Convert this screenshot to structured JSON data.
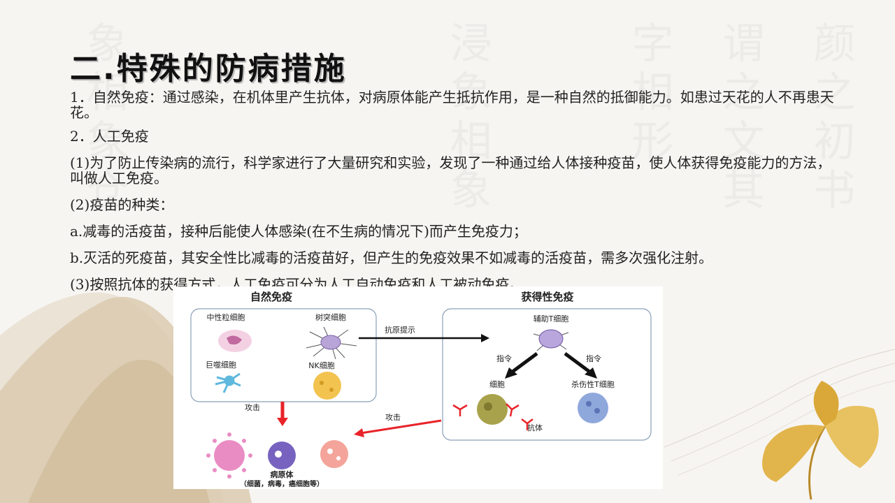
{
  "slide": {
    "title": "二.特殊的防病措施",
    "paragraphs": [
      "1．自然免疫：通过感染，在机体里产生抗体，对病原体能产生抵抗作用，是一种自然的抵御能力。如患过天花的人不再患天花。",
      "2．人工免疫",
      "(1)为了防止传染病的流行，科学家进行了大量研究和实验，发现了一种通过给人体接种疫苗，使人体获得免疫能力的方法，叫做人工免疫。",
      "(2)疫苗的种类：",
      "a.减毒的活疫苗，接种后能使人体感染(在不生病的情况下)而产生免疫力；",
      "b.灭活的死疫苗，其安全性比减毒的活疫苗好，但产生的免疫效果不如减毒的活疫苗，需多次强化注射。",
      "(3)按照抗体的获得方式，人工免疫可分为人工自动免疫和人工被动免疫。"
    ]
  },
  "figure": {
    "innate_title": "自然免疫",
    "acquired_title": "获得性免疫",
    "neutrophil": "中性粒细胞",
    "dendritic": "树突细胞",
    "macrophage": "巨噬细胞",
    "nk": "NK细胞",
    "antigen_present": "抗原提示",
    "helper_t": "辅助T细胞",
    "command_left": "指令",
    "command_right": "指令",
    "cell": "细胞",
    "killer_t": "杀伤性T细胞",
    "antibody": "抗体",
    "attack_left": "攻击",
    "attack_right": "攻击",
    "pathogen": "病原体",
    "pathogen_note": "（细菌，病毒，癌细胞等）"
  },
  "colors": {
    "arrow_black": "#111111",
    "arrow_red": "#e8242a",
    "box_border": "#8aa0b8",
    "ginkgo": "#e2b54c"
  },
  "background": {
    "watermark_columns": [
      "象相象仓",
      "浸象相象",
      "颜之初书",
      "谓之文其",
      "字相形"
    ]
  }
}
